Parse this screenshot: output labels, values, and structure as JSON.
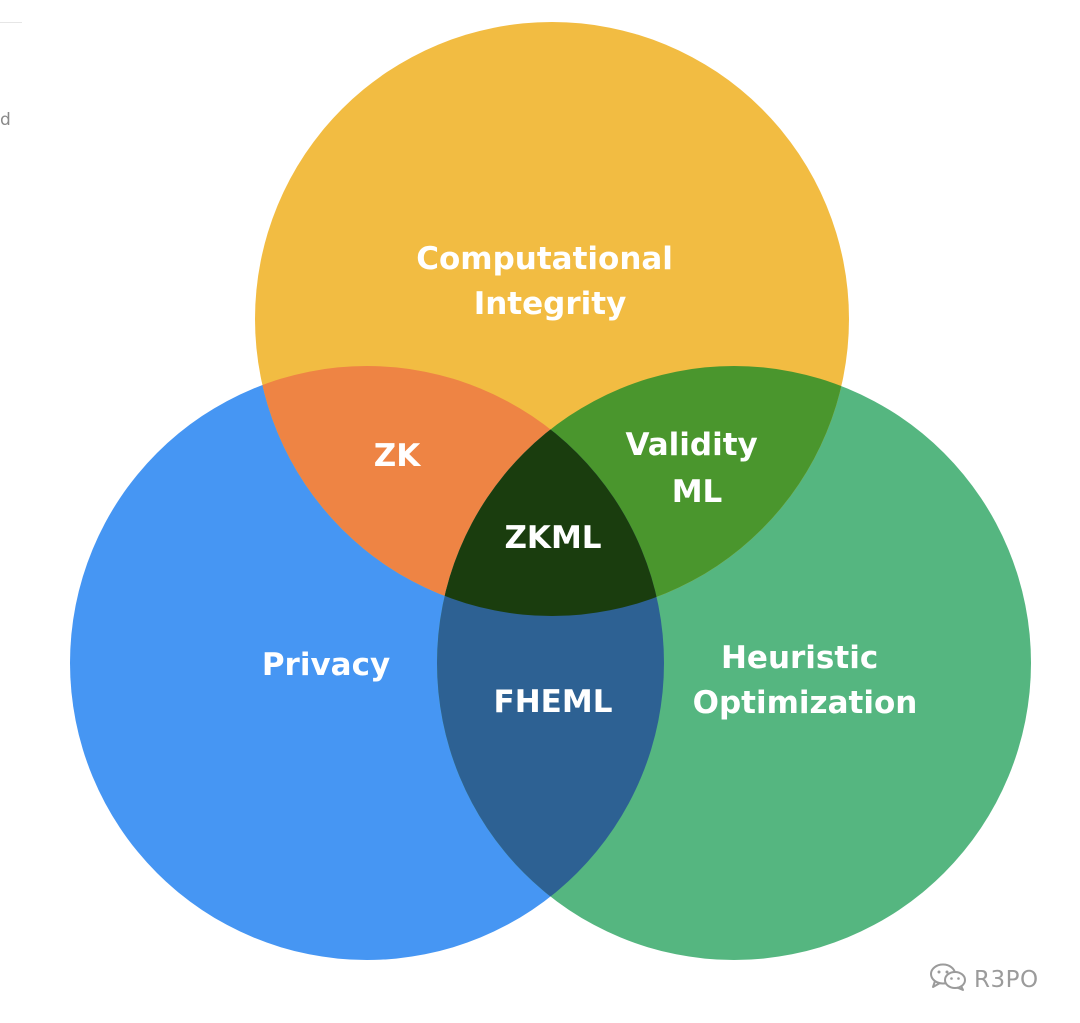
{
  "edge_text": "d",
  "colors": {
    "computational_integrity": "#F2BC42",
    "privacy": "#4696F3",
    "heuristic_optimization": "#55B680",
    "zk": "#EE8444",
    "validity_ml": "#4A962D",
    "fheml": "#2D6193",
    "zkml": "#1A3D0E"
  },
  "regions": {
    "computational_integrity": {
      "line1": "Computational",
      "line2": "Integrity"
    },
    "privacy": {
      "label": "Privacy"
    },
    "heuristic_optimization": {
      "line1": "Heuristic",
      "line2": "Optimization"
    },
    "zk": {
      "label": "ZK"
    },
    "validity_ml": {
      "line1": "Validity",
      "line2": "ML"
    },
    "fheml": {
      "label": "FHEML"
    },
    "zkml": {
      "label": "ZKML"
    }
  },
  "watermark": {
    "icon": "wechat-icon",
    "text": "R3PO"
  }
}
